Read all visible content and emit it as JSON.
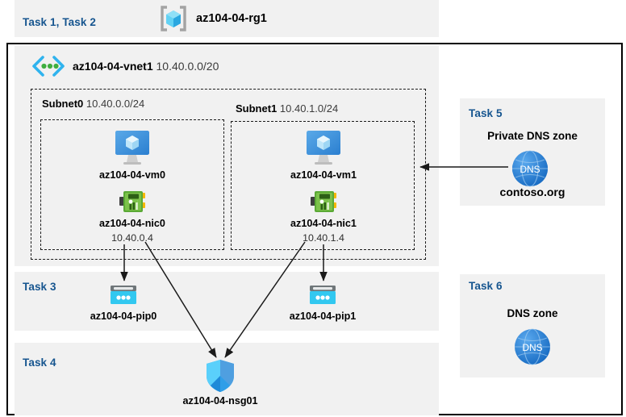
{
  "diagram": {
    "title": "Azure AZ-104 Lab 04 architecture",
    "colors": {
      "panel_background": "#f1f1f1",
      "canvas_background": "#ffffff",
      "task_label": "#16558f",
      "frame_border": "#000000",
      "dashed_border": "#1a1a1a",
      "arrow": "#1a1a1a",
      "vm_icon": "#3b8fdc",
      "nic_icon": "#5aa935",
      "pip_icon": "#32c8f0",
      "nsg_icon": "#3ab0f3",
      "dns_icon": "#1f7bd6"
    }
  },
  "resource_group": {
    "task_label": "Task 1, Task 2",
    "icon": "resource-group-icon",
    "name": "az104-04-rg1"
  },
  "vnet": {
    "icon": "virtual-network-icon",
    "name": "az104-04-vnet1",
    "address_space": "10.40.0.0/20"
  },
  "subnets": [
    {
      "name": "Subnet0",
      "cidr": "10.40.0.0/24",
      "vm": {
        "icon": "virtual-machine-icon",
        "name": "az104-04-vm0"
      },
      "nic": {
        "icon": "network-interface-icon",
        "name": "az104-04-nic0",
        "ip": "10.40.0.4"
      }
    },
    {
      "name": "Subnet1",
      "cidr": "10.40.1.0/24",
      "vm": {
        "icon": "virtual-machine-icon",
        "name": "az104-04-vm1"
      },
      "nic": {
        "icon": "network-interface-icon",
        "name": "az104-04-nic1",
        "ip": "10.40.1.4"
      }
    }
  ],
  "public_ips_panel": {
    "task_label": "Task 3",
    "items": [
      {
        "icon": "public-ip-address-icon",
        "name": "az104-04-pip0"
      },
      {
        "icon": "public-ip-address-icon",
        "name": "az104-04-pip1"
      }
    ]
  },
  "nsg_panel": {
    "task_label": "Task 4",
    "icon": "network-security-group-icon",
    "name": "az104-04-nsg01"
  },
  "private_dns_panel": {
    "task_label": "Task 5",
    "heading": "Private DNS zone",
    "icon": "dns-zone-icon",
    "icon_text": "DNS",
    "name": "contoso.org"
  },
  "dns_panel": {
    "task_label": "Task 6",
    "heading": "DNS zone",
    "icon": "dns-zone-icon",
    "icon_text": "DNS"
  },
  "connections": [
    {
      "name": "nic0-to-pip0",
      "from": "az104-04-nic0",
      "to": "az104-04-pip0"
    },
    {
      "name": "nic1-to-pip1",
      "from": "az104-04-nic1",
      "to": "az104-04-pip1"
    },
    {
      "name": "nic0-to-nsg",
      "from": "az104-04-nic0",
      "to": "az104-04-nsg01"
    },
    {
      "name": "nic1-to-nsg",
      "from": "az104-04-nic1",
      "to": "az104-04-nsg01"
    },
    {
      "name": "private-dns-to-subnet1",
      "from": "contoso.org",
      "to": "Subnet1"
    }
  ]
}
